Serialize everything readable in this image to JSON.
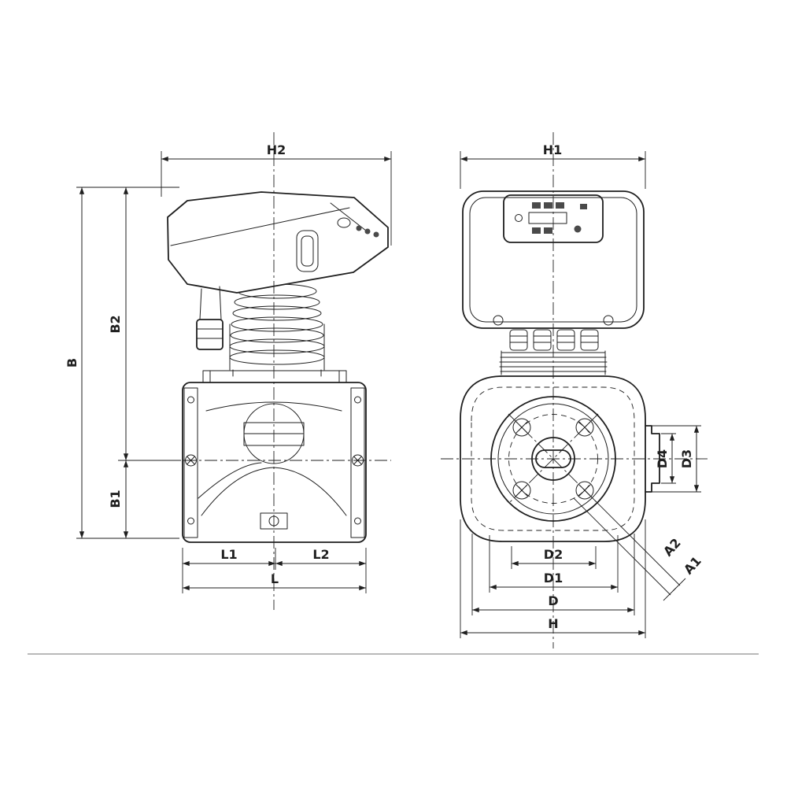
{
  "page": {
    "colors": {
      "background": "#ffffff",
      "line": "#1f1f1f",
      "fill": "#ffffff",
      "divider": "#8f8f8f",
      "dark_detail": "#4a4a4a"
    }
  },
  "dimensions": {
    "h2": "H2",
    "h1": "H1",
    "b": "B",
    "b2": "B2",
    "b1": "B1",
    "l1": "L1",
    "l2": "L2",
    "l": "L",
    "d2": "D2",
    "d1": "D1",
    "d": "D",
    "h": "H",
    "d4": "D4",
    "d3": "D3",
    "a2": "A2",
    "a1": "A1"
  }
}
